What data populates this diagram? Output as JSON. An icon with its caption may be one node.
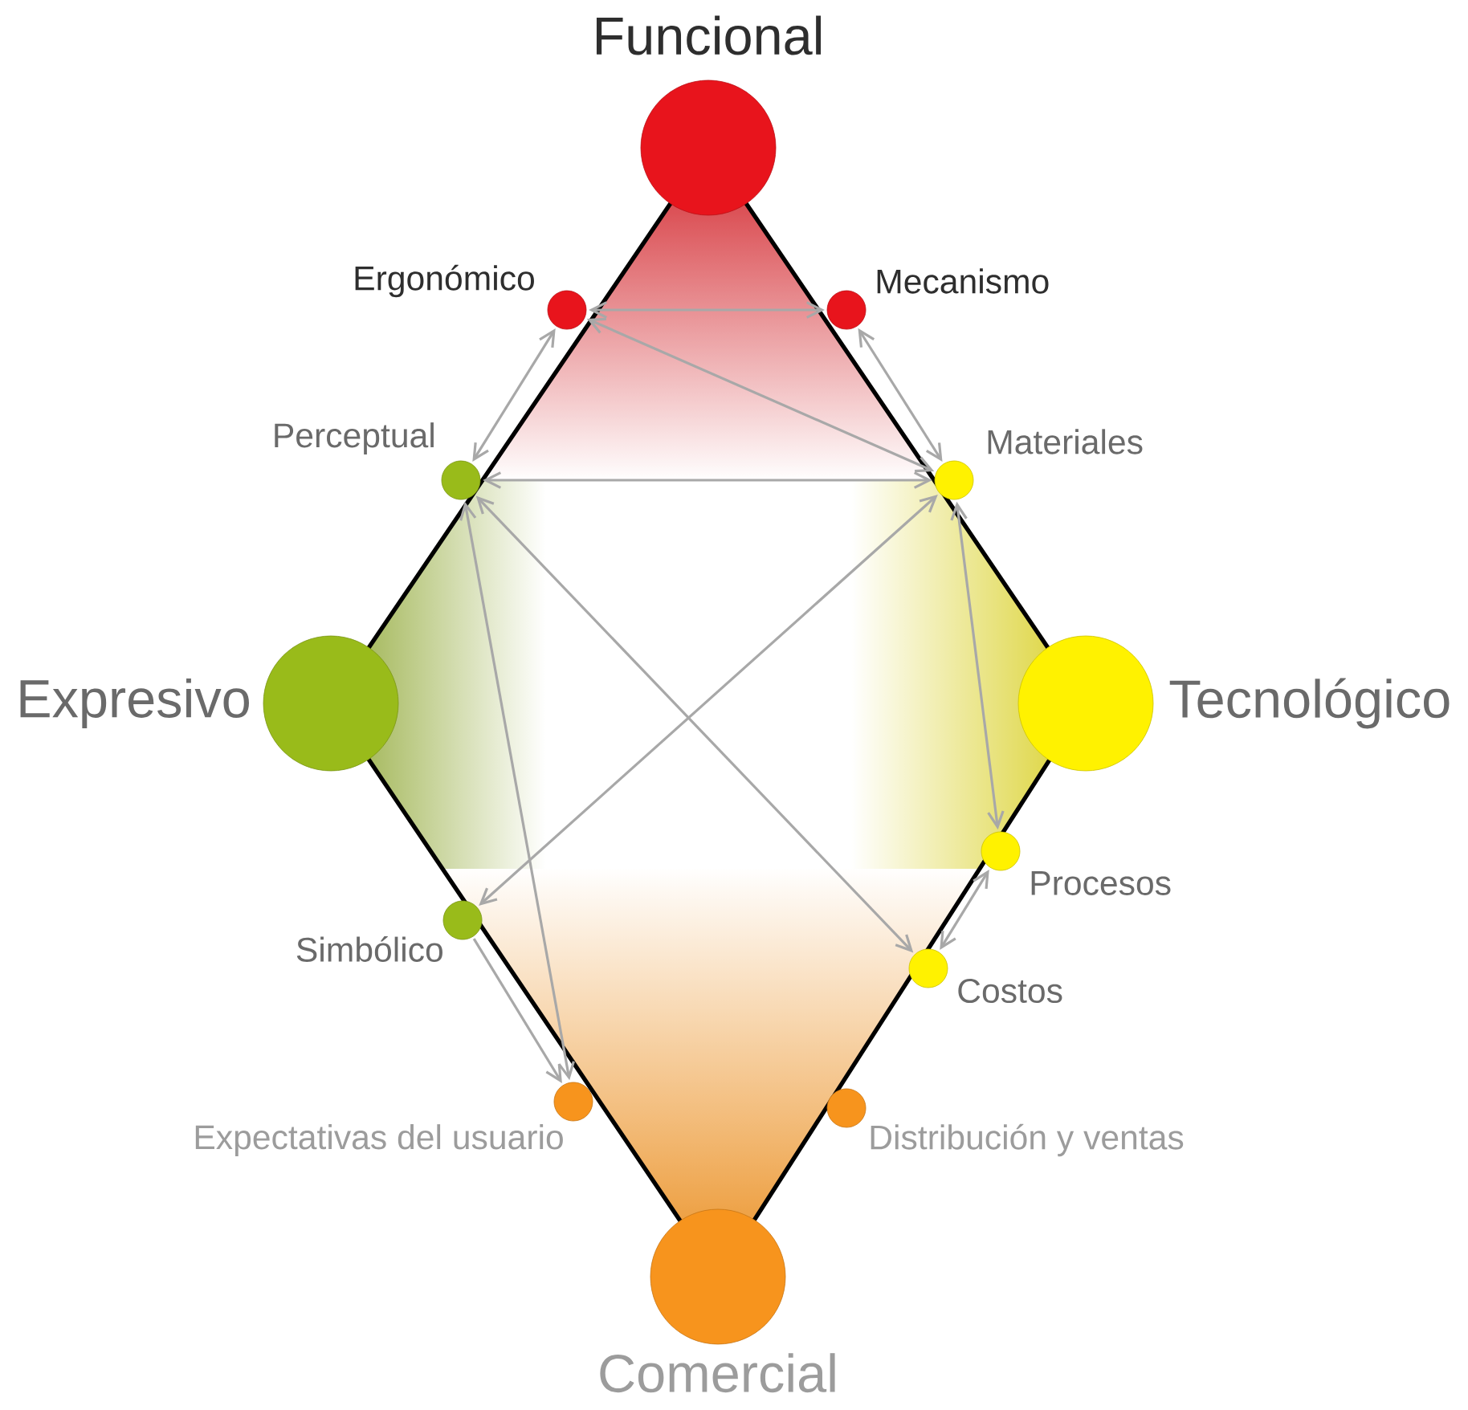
{
  "diagram": {
    "nodes": [
      {
        "text": [
          "Funcional"
        ]
      },
      {
        "text": [
          "Ergonómico"
        ]
      },
      {
        "text": [
          "Mecanismo"
        ]
      },
      {
        "text": [
          "Perceptual"
        ]
      },
      {
        "text": [
          "Materiales"
        ]
      },
      {
        "text": [
          "Expresivo"
        ]
      },
      {
        "text": [
          "Tecnológico"
        ]
      },
      {
        "text": [
          "Procesos"
        ]
      },
      {
        "text": [
          "Simbólico"
        ]
      },
      {
        "text": [
          "Costos"
        ]
      },
      {
        "text": [
          "Expectativas del usuario"
        ]
      },
      {
        "text": [
          "Distribución y ventas"
        ]
      },
      {
        "text": [
          "Comercial"
        ]
      }
    ],
    "edges": [
      {
        "from": 1,
        "to": 2,
        "arrow": "both"
      },
      {
        "from": 1,
        "to": 4,
        "arrow": "both"
      },
      {
        "from": 2,
        "to": 4,
        "arrow": "both"
      },
      {
        "from": 1,
        "to": 3,
        "arrow": "both"
      },
      {
        "from": 3,
        "to": 4,
        "arrow": "both"
      },
      {
        "from": 3,
        "to": 9,
        "arrow": "both"
      },
      {
        "from": 3,
        "to": 10,
        "arrow": "both"
      },
      {
        "from": 4,
        "to": 8,
        "arrow": "both"
      },
      {
        "from": 4,
        "to": 7,
        "arrow": "both"
      },
      {
        "from": 7,
        "to": 9,
        "arrow": "both"
      },
      {
        "from": 8,
        "to": 10,
        "arrow": "to"
      }
    ]
  }
}
